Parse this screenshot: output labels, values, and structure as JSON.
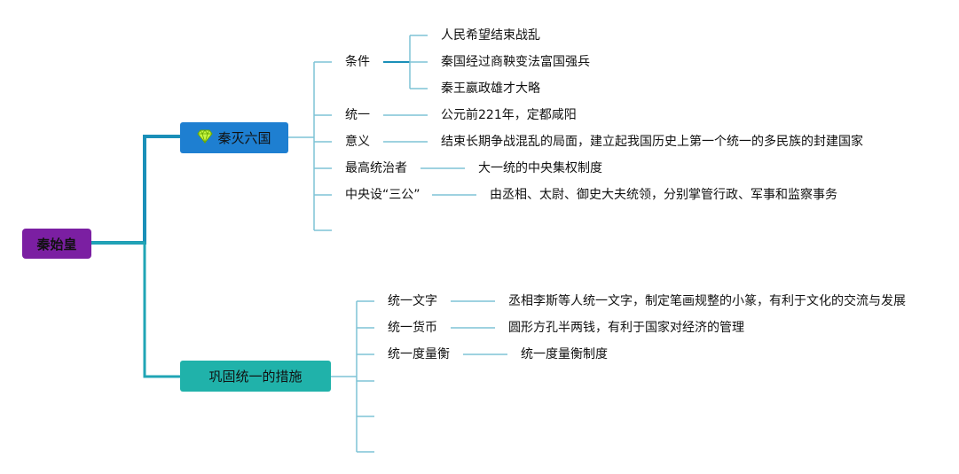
{
  "root": {
    "label": "秦始皇"
  },
  "branch1": {
    "label": "秦灭六国",
    "icon": "diamond-gem-icon",
    "items": {
      "condition": {
        "label": "条件",
        "children": [
          "人民希望结束战乱",
          "秦国经过商鞅变法富国强兵",
          "秦王嬴政雄才大略"
        ]
      },
      "unify": {
        "label": "统一",
        "detail": "公元前221年，定都咸阳"
      },
      "meaning": {
        "label": "意义",
        "detail": "结束长期争战混乱的局面，建立起我国历史上第一个统一的多民族的封建国家"
      },
      "ruler": {
        "label": "最高统治者",
        "detail": "大一统的中央集权制度"
      },
      "three": {
        "label": "中央设“三公”",
        "detail": "由丞相、太尉、御史大夫统领，分别掌管行政、军事和监察事务"
      }
    }
  },
  "branch2": {
    "label": "巩固统一的措施",
    "items": {
      "script": {
        "label": "统一文字",
        "detail": "丞相李斯等人统一文字，制定笔画规整的小篆，有利于文化的交流与发展"
      },
      "currency": {
        "label": "统一货币",
        "detail": "圆形方孔半两钱，有利于国家对经济的管理"
      },
      "measure": {
        "label": "统一度量衡",
        "detail": "统一度量衡制度"
      }
    }
  },
  "colors": {
    "root": "#7b1fa2",
    "branch1": "#1e7fd1",
    "branch2": "#20b2aa",
    "connector_main": "#1a8fb8",
    "connector_sub": "#7ec3d6"
  }
}
